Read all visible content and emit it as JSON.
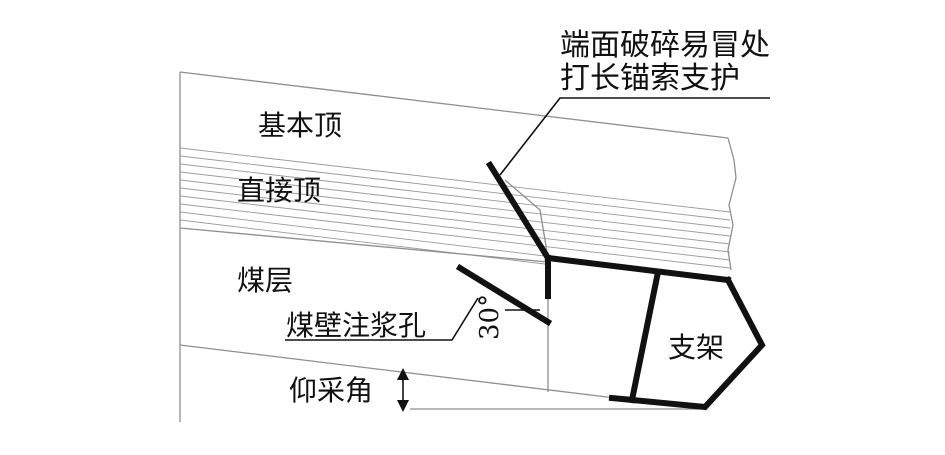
{
  "labels": {
    "callout_line1": "端面破碎易冒处",
    "callout_line2": "打长锚索支护",
    "basic_roof": "基本顶",
    "direct_roof": "直接顶",
    "coal_seam": "煤层",
    "grout_hole": "煤壁注浆孔",
    "angle": "30°",
    "support": "支架",
    "pitch_angle": "仰采角"
  },
  "colors": {
    "ink": "#111111",
    "thin_line": "#8f8f8f"
  }
}
